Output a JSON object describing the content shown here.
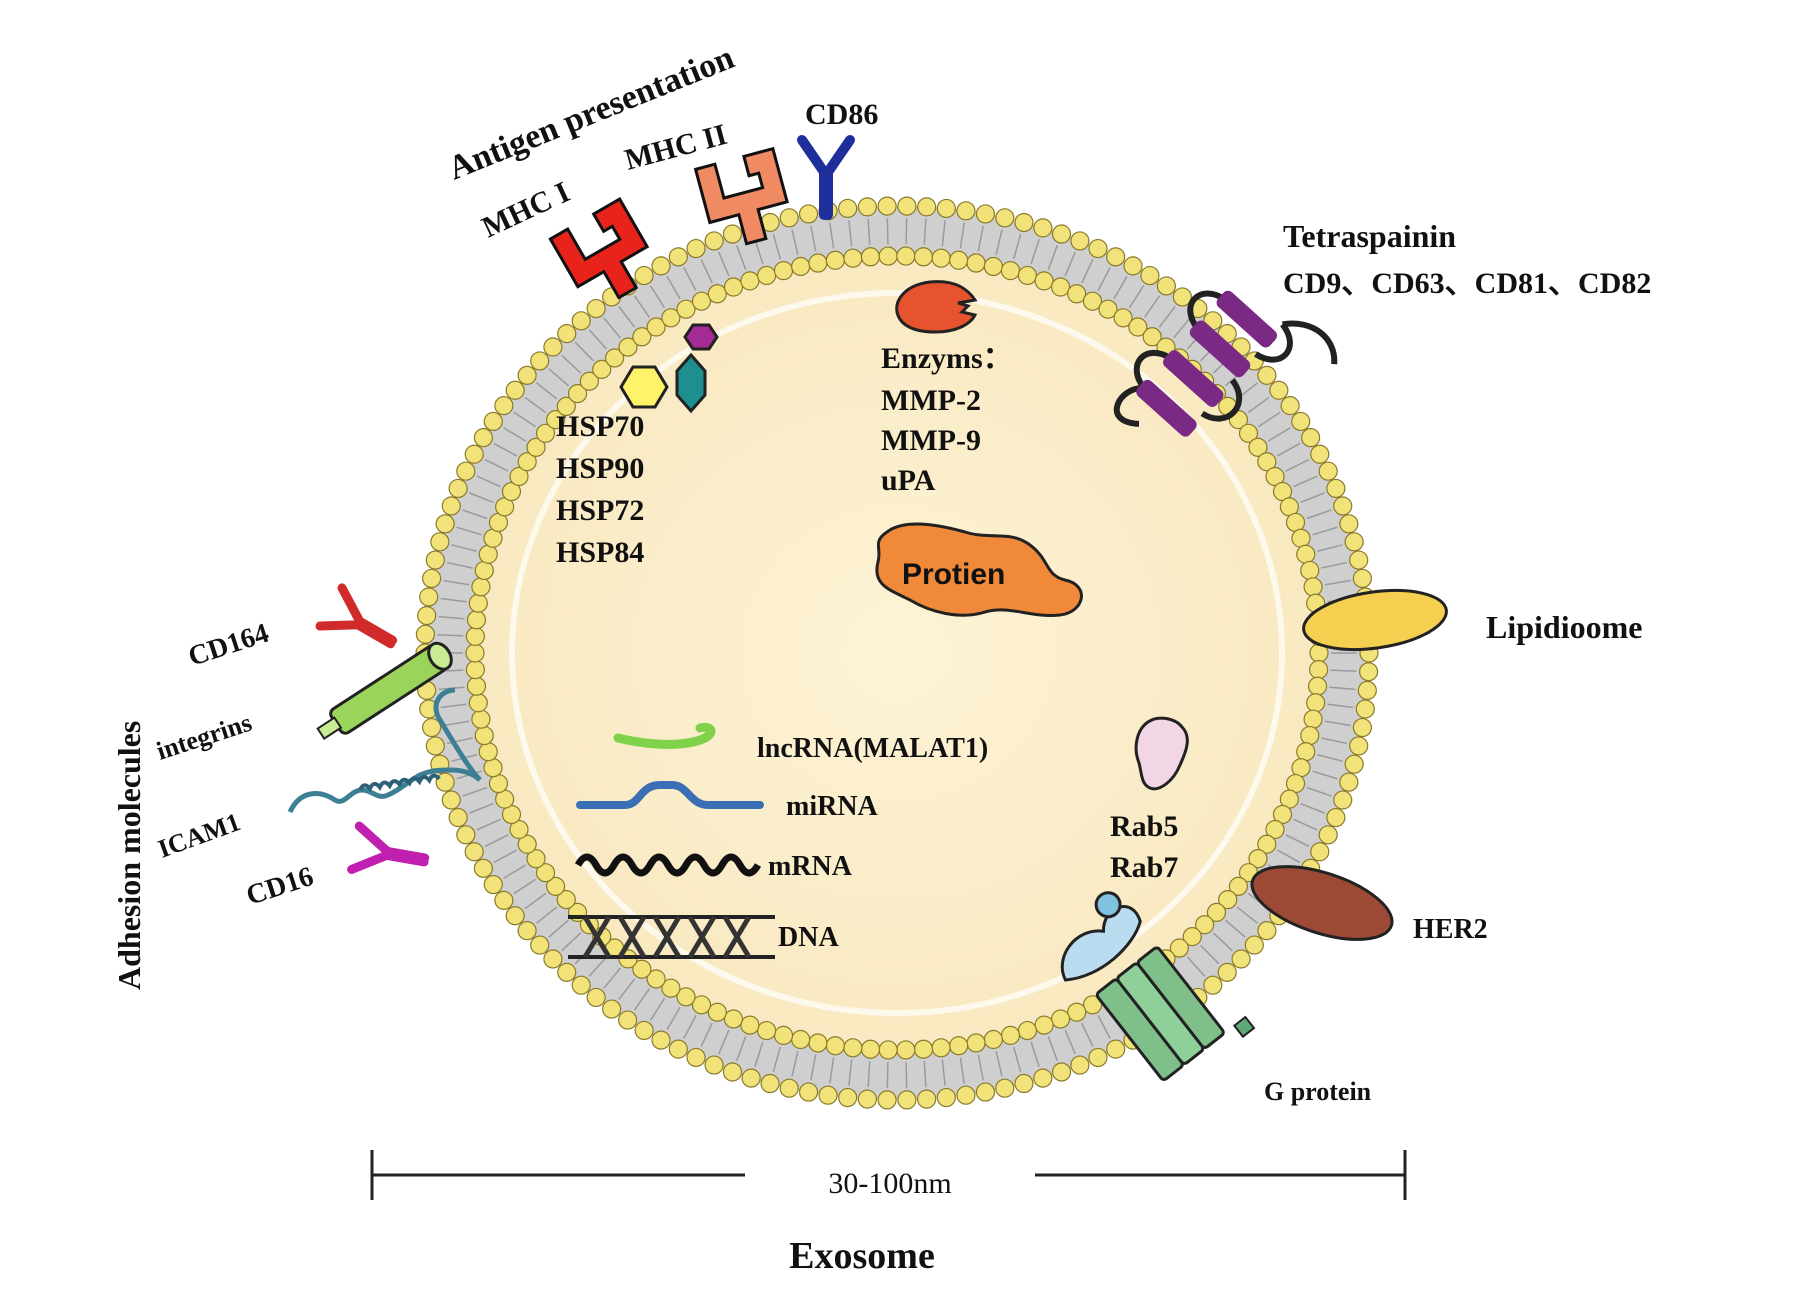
{
  "title": "Exosome",
  "scale_bar": {
    "label": "30-100nm"
  },
  "groups": {
    "antigen_presentation": "Antigen presentation",
    "adhesion_molecules": "Adhesion  molecules"
  },
  "membrane_proteins": {
    "mhc1": "MHC I",
    "mhc2": "MHC II",
    "cd86": "CD86",
    "tetraspanin_title": "Tetraspainin",
    "tetraspanin_members": "CD9、CD63、CD81、CD82",
    "lipidome": "Lipidioome",
    "her2": "HER2",
    "g_protein": "G protein",
    "cd164": "CD164",
    "integrins": "integrins",
    "icam1": "ICAM1",
    "cd16": "CD16"
  },
  "cargo": {
    "hsp": [
      "HSP70",
      "HSP90",
      "HSP72",
      "HSP84"
    ],
    "enzymes_title": "Enzyms：",
    "enzymes": [
      "MMP-2",
      "MMP-9",
      "uPA"
    ],
    "protein": "Protien",
    "nucleic_acids": [
      "lncRNA(MALAT1)",
      "miRNA",
      "mRNA",
      "DNA"
    ],
    "rab": [
      "Rab5",
      "Rab7"
    ]
  },
  "colors": {
    "cytoplasm": "#fbf0d0",
    "lipid_head": "#f1e27a",
    "mhc1": "#e8231c",
    "mhc2": "#f08a62",
    "cd86": "#1e2f9c",
    "tetraspanin": "#7a2a85",
    "lipidome": "#f4cf50",
    "her2": "#9c4a35",
    "gprotein": "#7fbf8a",
    "cd164": "#d02a2a",
    "integrin": "#9bd45a",
    "icam1": "#3d7f95",
    "cd16": "#c01fb0",
    "protein_blob": "#f08a3a",
    "lncrna": "#7fd24a",
    "mirna": "#3b6fb5",
    "enzyme": "#e8532f",
    "rab": "#f2d6e6"
  },
  "icons": [
    "mhc-receptor-icon",
    "antibody-icon",
    "tetraspanin-icon",
    "hsp-cluster-icon",
    "enzyme-pacman-icon",
    "protein-blob-icon",
    "rna-strand-icon",
    "dna-helix-icon",
    "gpcr-icon"
  ]
}
